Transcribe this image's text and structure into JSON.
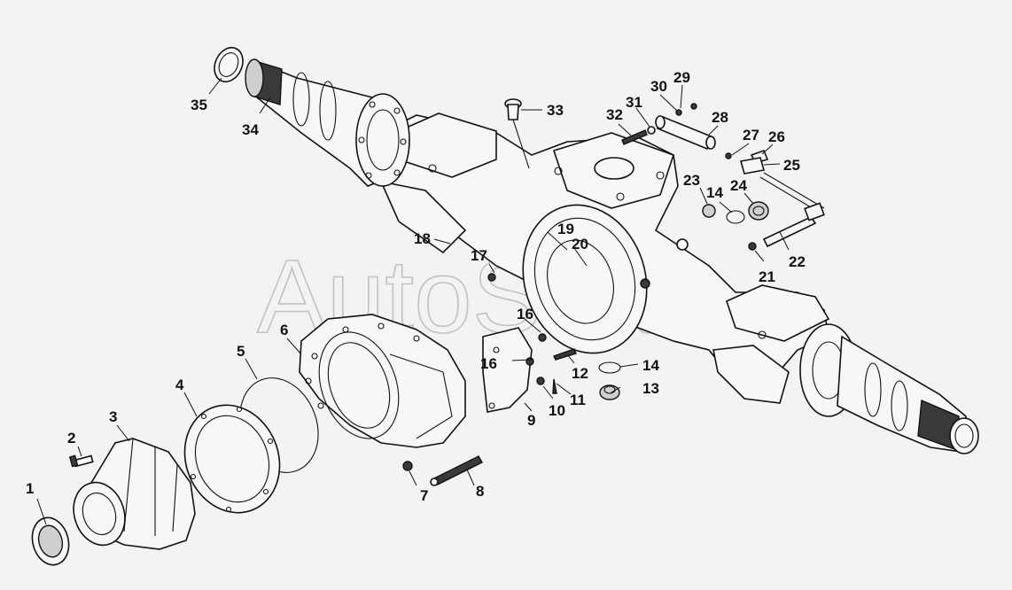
{
  "watermark": "AutoSoft",
  "callouts": {
    "c1": "1",
    "c2": "2",
    "c3": "3",
    "c4": "4",
    "c5": "5",
    "c6": "6",
    "c7": "7",
    "c8": "8",
    "c9": "9",
    "c10": "10",
    "c11": "11",
    "c12": "12",
    "c13": "13",
    "c14a": "14",
    "c14b": "14",
    "c16a": "16",
    "c16b": "16",
    "c17": "17",
    "c18": "18",
    "c19": "19",
    "c20": "20",
    "c21": "21",
    "c22": "22",
    "c23": "23",
    "c24": "24",
    "c25": "25",
    "c26": "26",
    "c27": "27",
    "c28": "28",
    "c29": "29",
    "c30": "30",
    "c31": "31",
    "c32": "32",
    "c33": "33",
    "c34": "34",
    "c35": "35"
  }
}
